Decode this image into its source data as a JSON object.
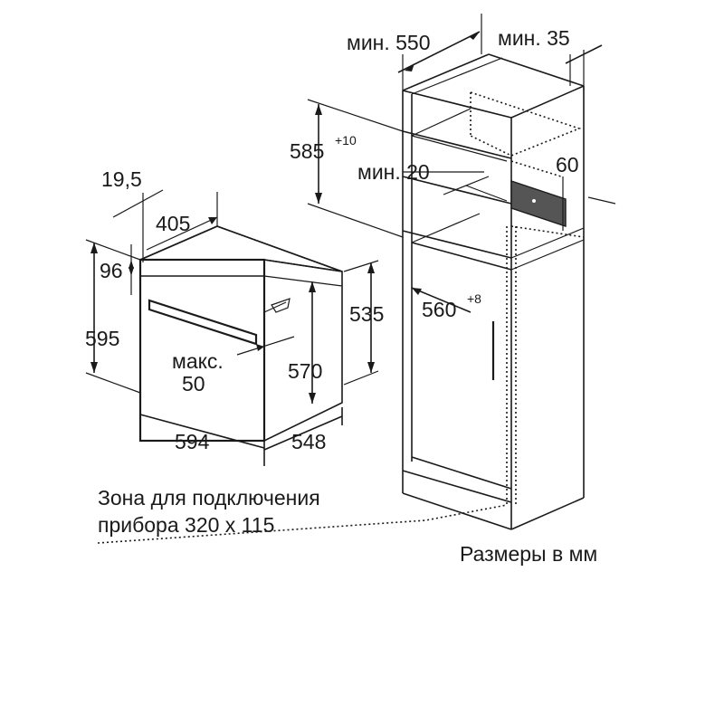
{
  "diagram": {
    "oven": {
      "width": "594",
      "depth_body": "548",
      "height": "595",
      "body_depth_top": "405",
      "panel_thickness": "19,5",
      "control_height": "96",
      "cavity_height": "570",
      "side_height": "535",
      "max_label": "макс.",
      "max_value": "50"
    },
    "cabinet": {
      "min_depth": "мин. 550",
      "min_wall": "мин. 35",
      "niche_height": "585",
      "niche_height_tol": "+10",
      "min_gap": "мин. 20",
      "vent_height": "60",
      "niche_width": "560",
      "niche_width_tol": "+8"
    },
    "notes": {
      "connection_line1": "Зона для подключения",
      "connection_line2": "прибора 320 x 115",
      "units": "Размеры в мм"
    }
  }
}
